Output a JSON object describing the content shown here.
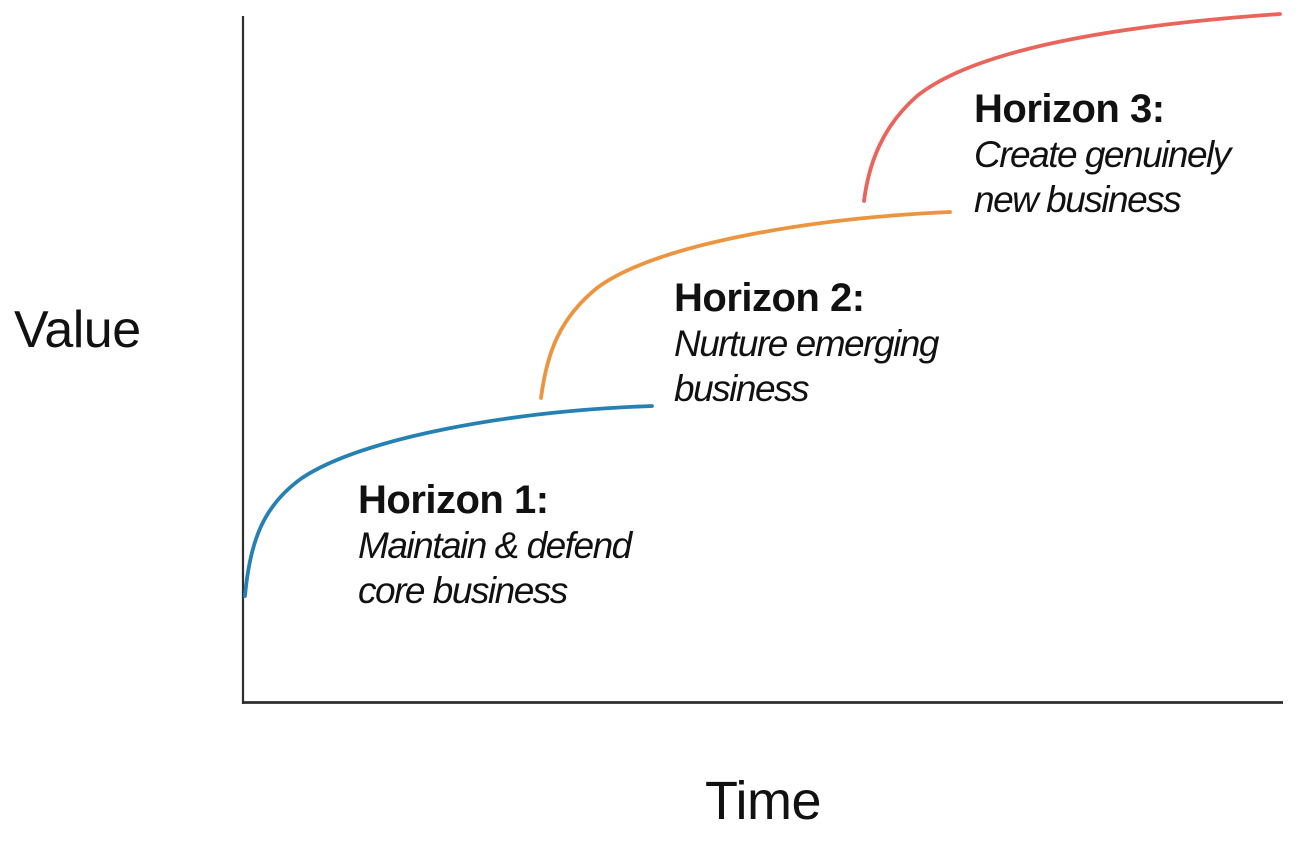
{
  "axes": {
    "y_label": "Value",
    "x_label": "Time",
    "color": "#2e2e2e"
  },
  "horizons": [
    {
      "title": "Horizon 1:",
      "desc_lines": [
        "Maintain & defend",
        "core business"
      ],
      "curve_color": "#2580b4"
    },
    {
      "title": "Horizon 2:",
      "desc_lines": [
        "Nurture emerging",
        "business"
      ],
      "curve_color": "#ec9540"
    },
    {
      "title": "Horizon 3:",
      "desc_lines": [
        "Create genuinely",
        "new business"
      ],
      "curve_color": "#e9645a"
    }
  ]
}
